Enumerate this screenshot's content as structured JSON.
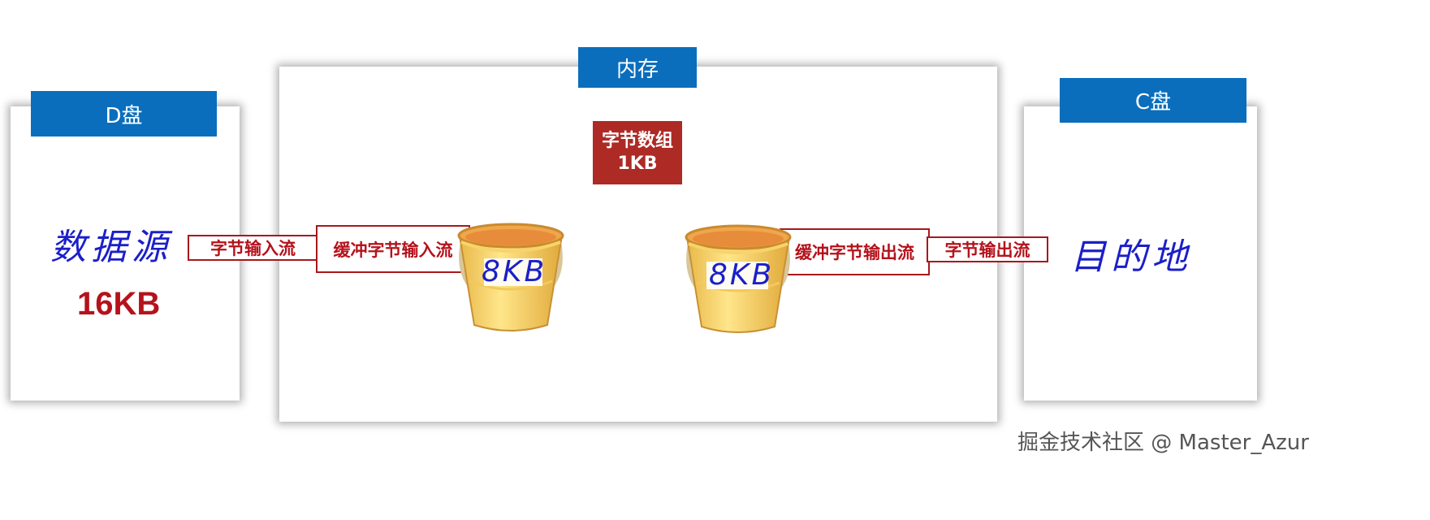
{
  "d_disk": {
    "title": "D盘",
    "source_label": "数据源",
    "size": "16KB"
  },
  "memory": {
    "title": "内存",
    "byte_array_line1": "字节数组",
    "byte_array_line2": "1KB"
  },
  "c_disk": {
    "title": "C盘",
    "dest_label": "目的地"
  },
  "streams": {
    "byte_input": "字节输入流",
    "buffered_input": "缓冲字节输入流",
    "buffered_output": "缓冲字节输出流",
    "byte_output": "字节输出流"
  },
  "buffers": {
    "left_label": "8KB",
    "right_label": "8KB"
  },
  "watermark": "掘金技术社区 @ Master_Azur",
  "colors": {
    "title_bar": "#0a6ebd",
    "stream_red": "#b5121b",
    "byte_array_bg": "#ad2a25",
    "handwriting_blue": "#1b1fc9"
  }
}
